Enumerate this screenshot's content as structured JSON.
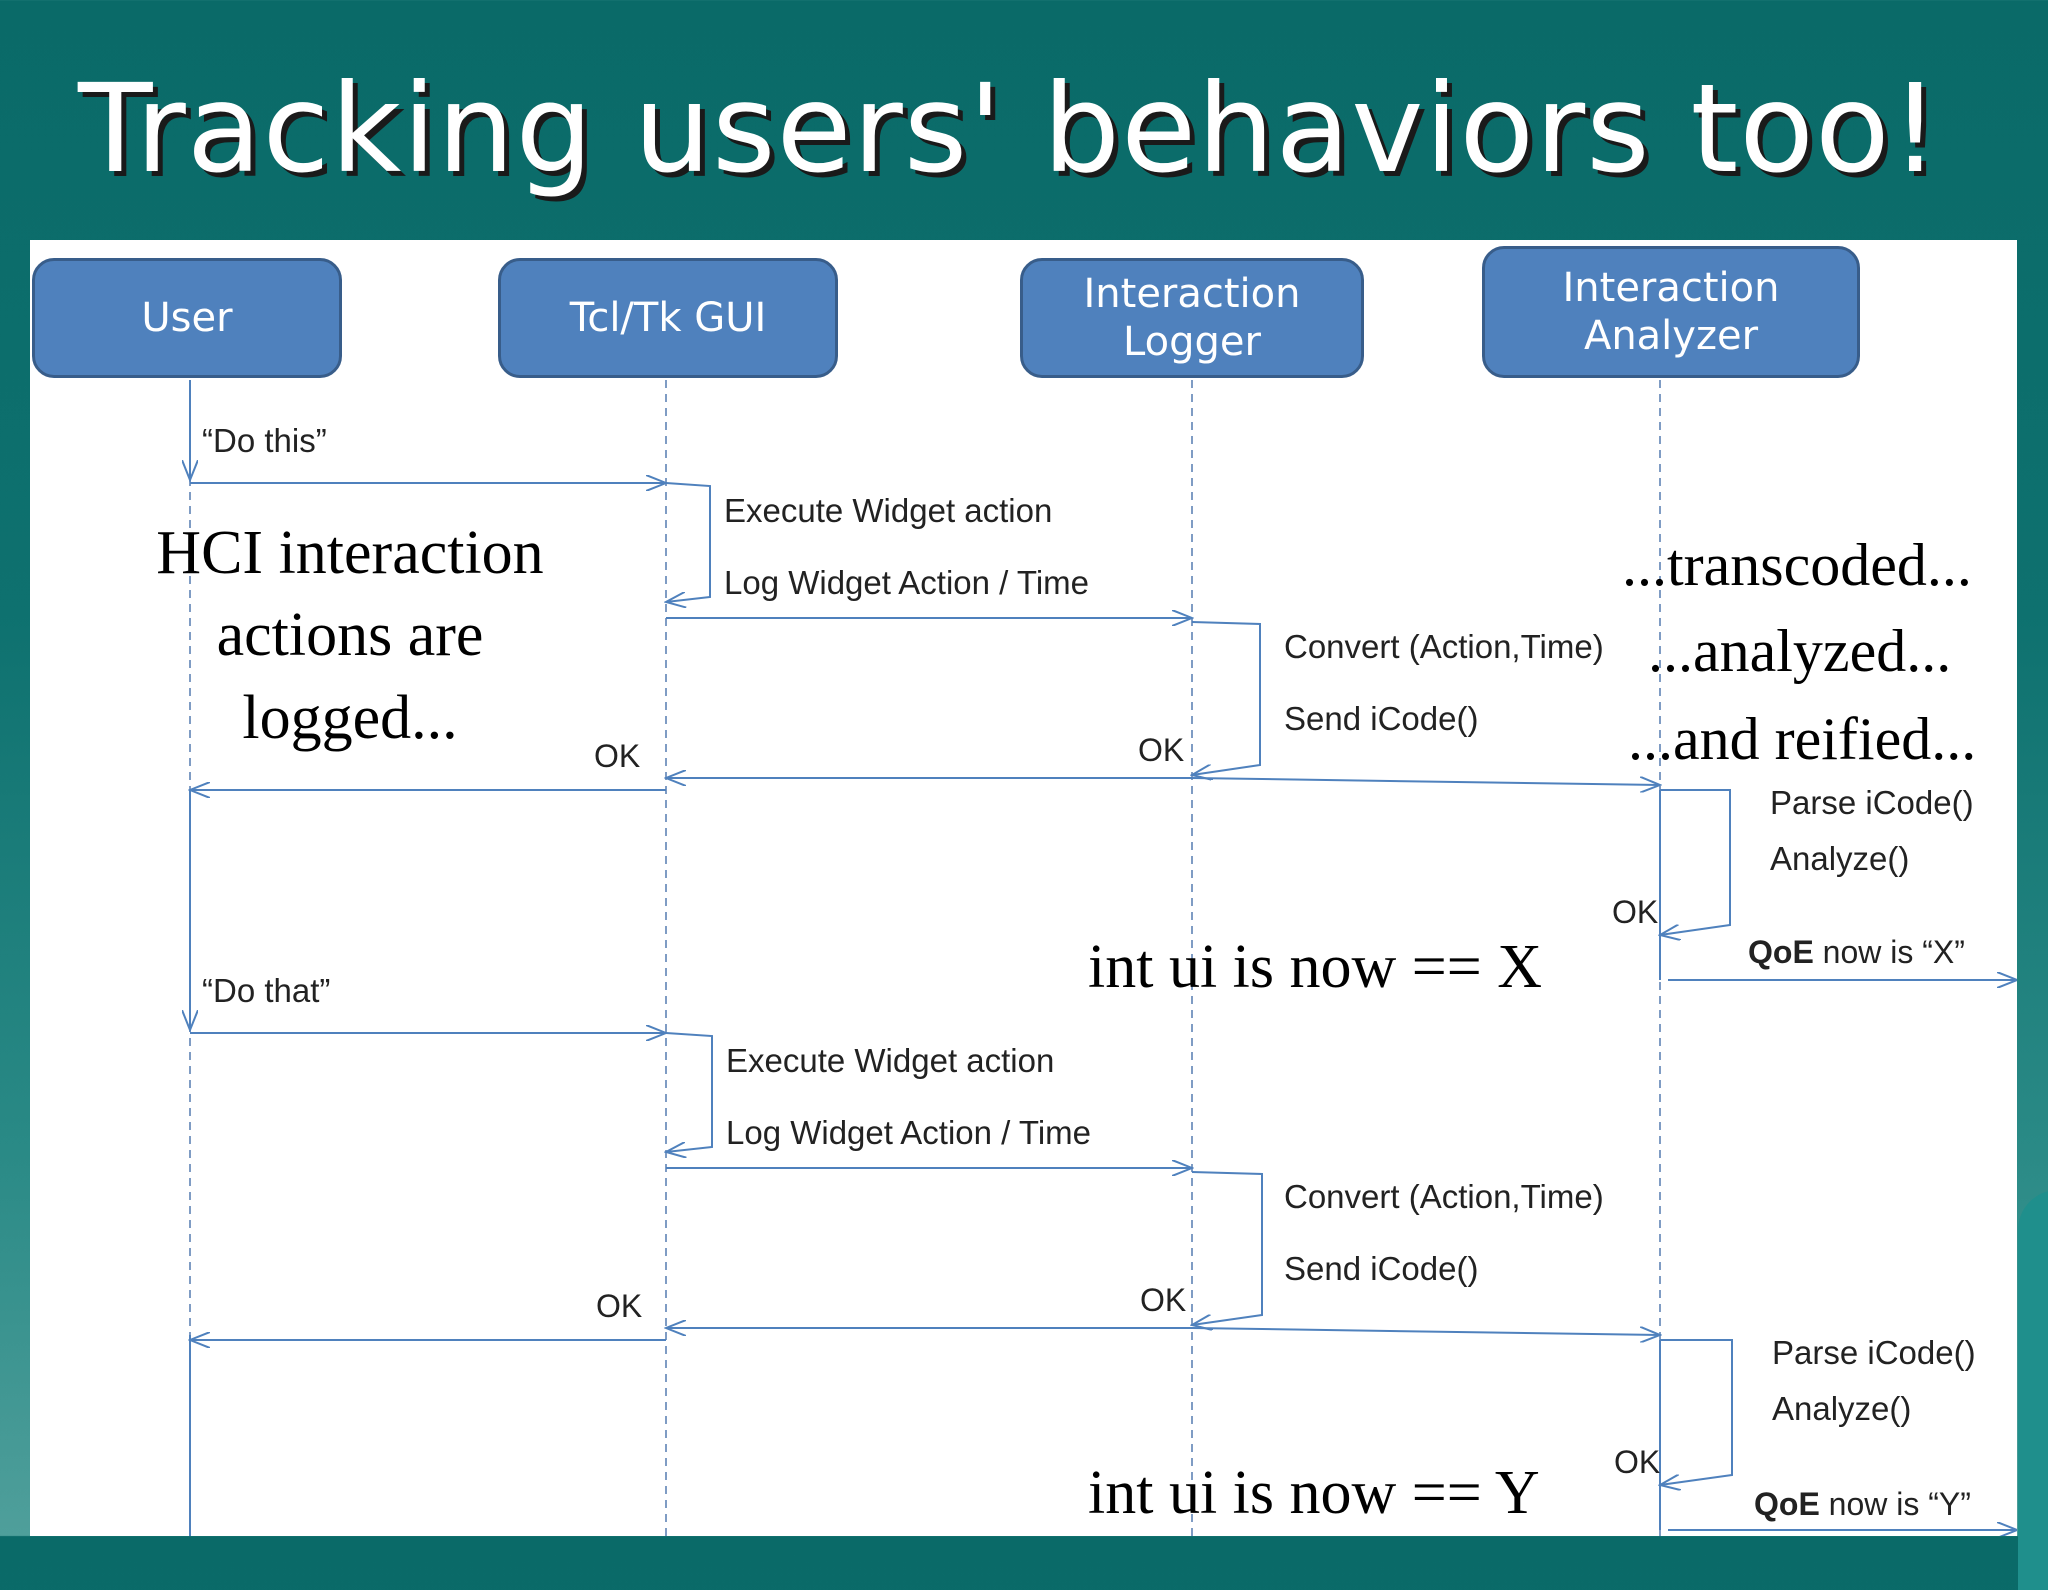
{
  "slide": {
    "title": "Tracking users' behaviors too!"
  },
  "participants": [
    {
      "id": "user",
      "label": "User"
    },
    {
      "id": "gui",
      "label": "Tcl/Tk GUI"
    },
    {
      "id": "logger",
      "label": "Interaction\nLogger"
    },
    {
      "id": "analyzer",
      "label": "Interaction\nAnalyzer"
    }
  ],
  "cycle1": {
    "request": "“Do this”",
    "execute": "Execute Widget action",
    "log": "Log Widget Action / Time",
    "convert": "Convert (Action,Time)",
    "send": "Send iCode()",
    "ok_gui": "OK",
    "ok_logger": "OK",
    "parse": "Parse iCode()",
    "analyze": "Analyze()",
    "ok_analyzer": "OK",
    "qoe_bold": "QoE",
    "qoe_rest": " now is “X”"
  },
  "cycle2": {
    "request": "“Do that”",
    "execute": "Execute Widget action",
    "log": "Log Widget Action / Time",
    "convert": "Convert (Action,Time)",
    "send": "Send iCode()",
    "ok_gui": "OK",
    "ok_logger": "OK",
    "parse": "Parse iCode()",
    "analyze": "Analyze()",
    "ok_analyzer": "OK",
    "qoe_bold": "QoE",
    "qoe_rest": " now is “Y”"
  },
  "annotations": {
    "hci_line1": "HCI interaction",
    "hci_line2": "actions are",
    "hci_line3": "logged...",
    "transcoded": "...transcoded...",
    "analyzed": "...analyzed...",
    "reified": "...and reified...",
    "ui_x": "int ui is now == X",
    "ui_y": "int ui is now == Y"
  },
  "colors": {
    "background": "#0e716f",
    "participant_fill": "#4f81bd",
    "line": "#4f81bd"
  }
}
